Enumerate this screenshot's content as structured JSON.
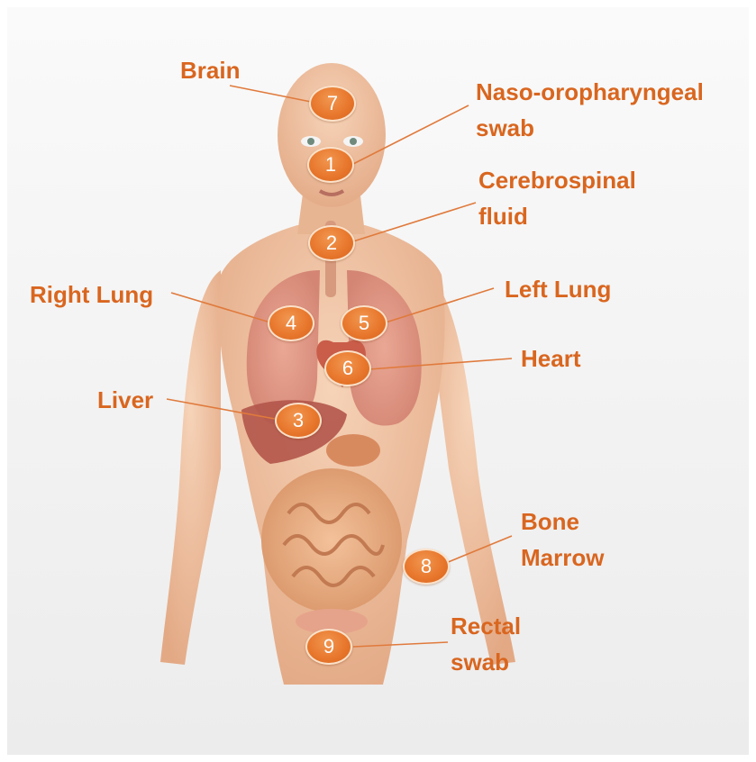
{
  "colors": {
    "label": "#d9661f",
    "badge": "#e8782d",
    "leader": "#e07a3c",
    "skin": "#efc2a1"
  },
  "labels": {
    "brain": "Brain",
    "naso_line1": "Naso-oropharyngeal",
    "naso_line2": "swab",
    "csf_line1": "Cerebrospinal",
    "csf_line2": "fluid",
    "right_lung": "Right Lung",
    "left_lung": "Left Lung",
    "heart": "Heart",
    "liver": "Liver",
    "bone_line1": "Bone",
    "bone_line2": "Marrow",
    "rectal_line1": "Rectal",
    "rectal_line2": "swab"
  },
  "badges": {
    "naso": "1",
    "csf": "2",
    "liver": "3",
    "right_lung": "4",
    "left_lung": "5",
    "heart": "6",
    "brain": "7",
    "bone_marrow": "8",
    "rectal": "9"
  }
}
